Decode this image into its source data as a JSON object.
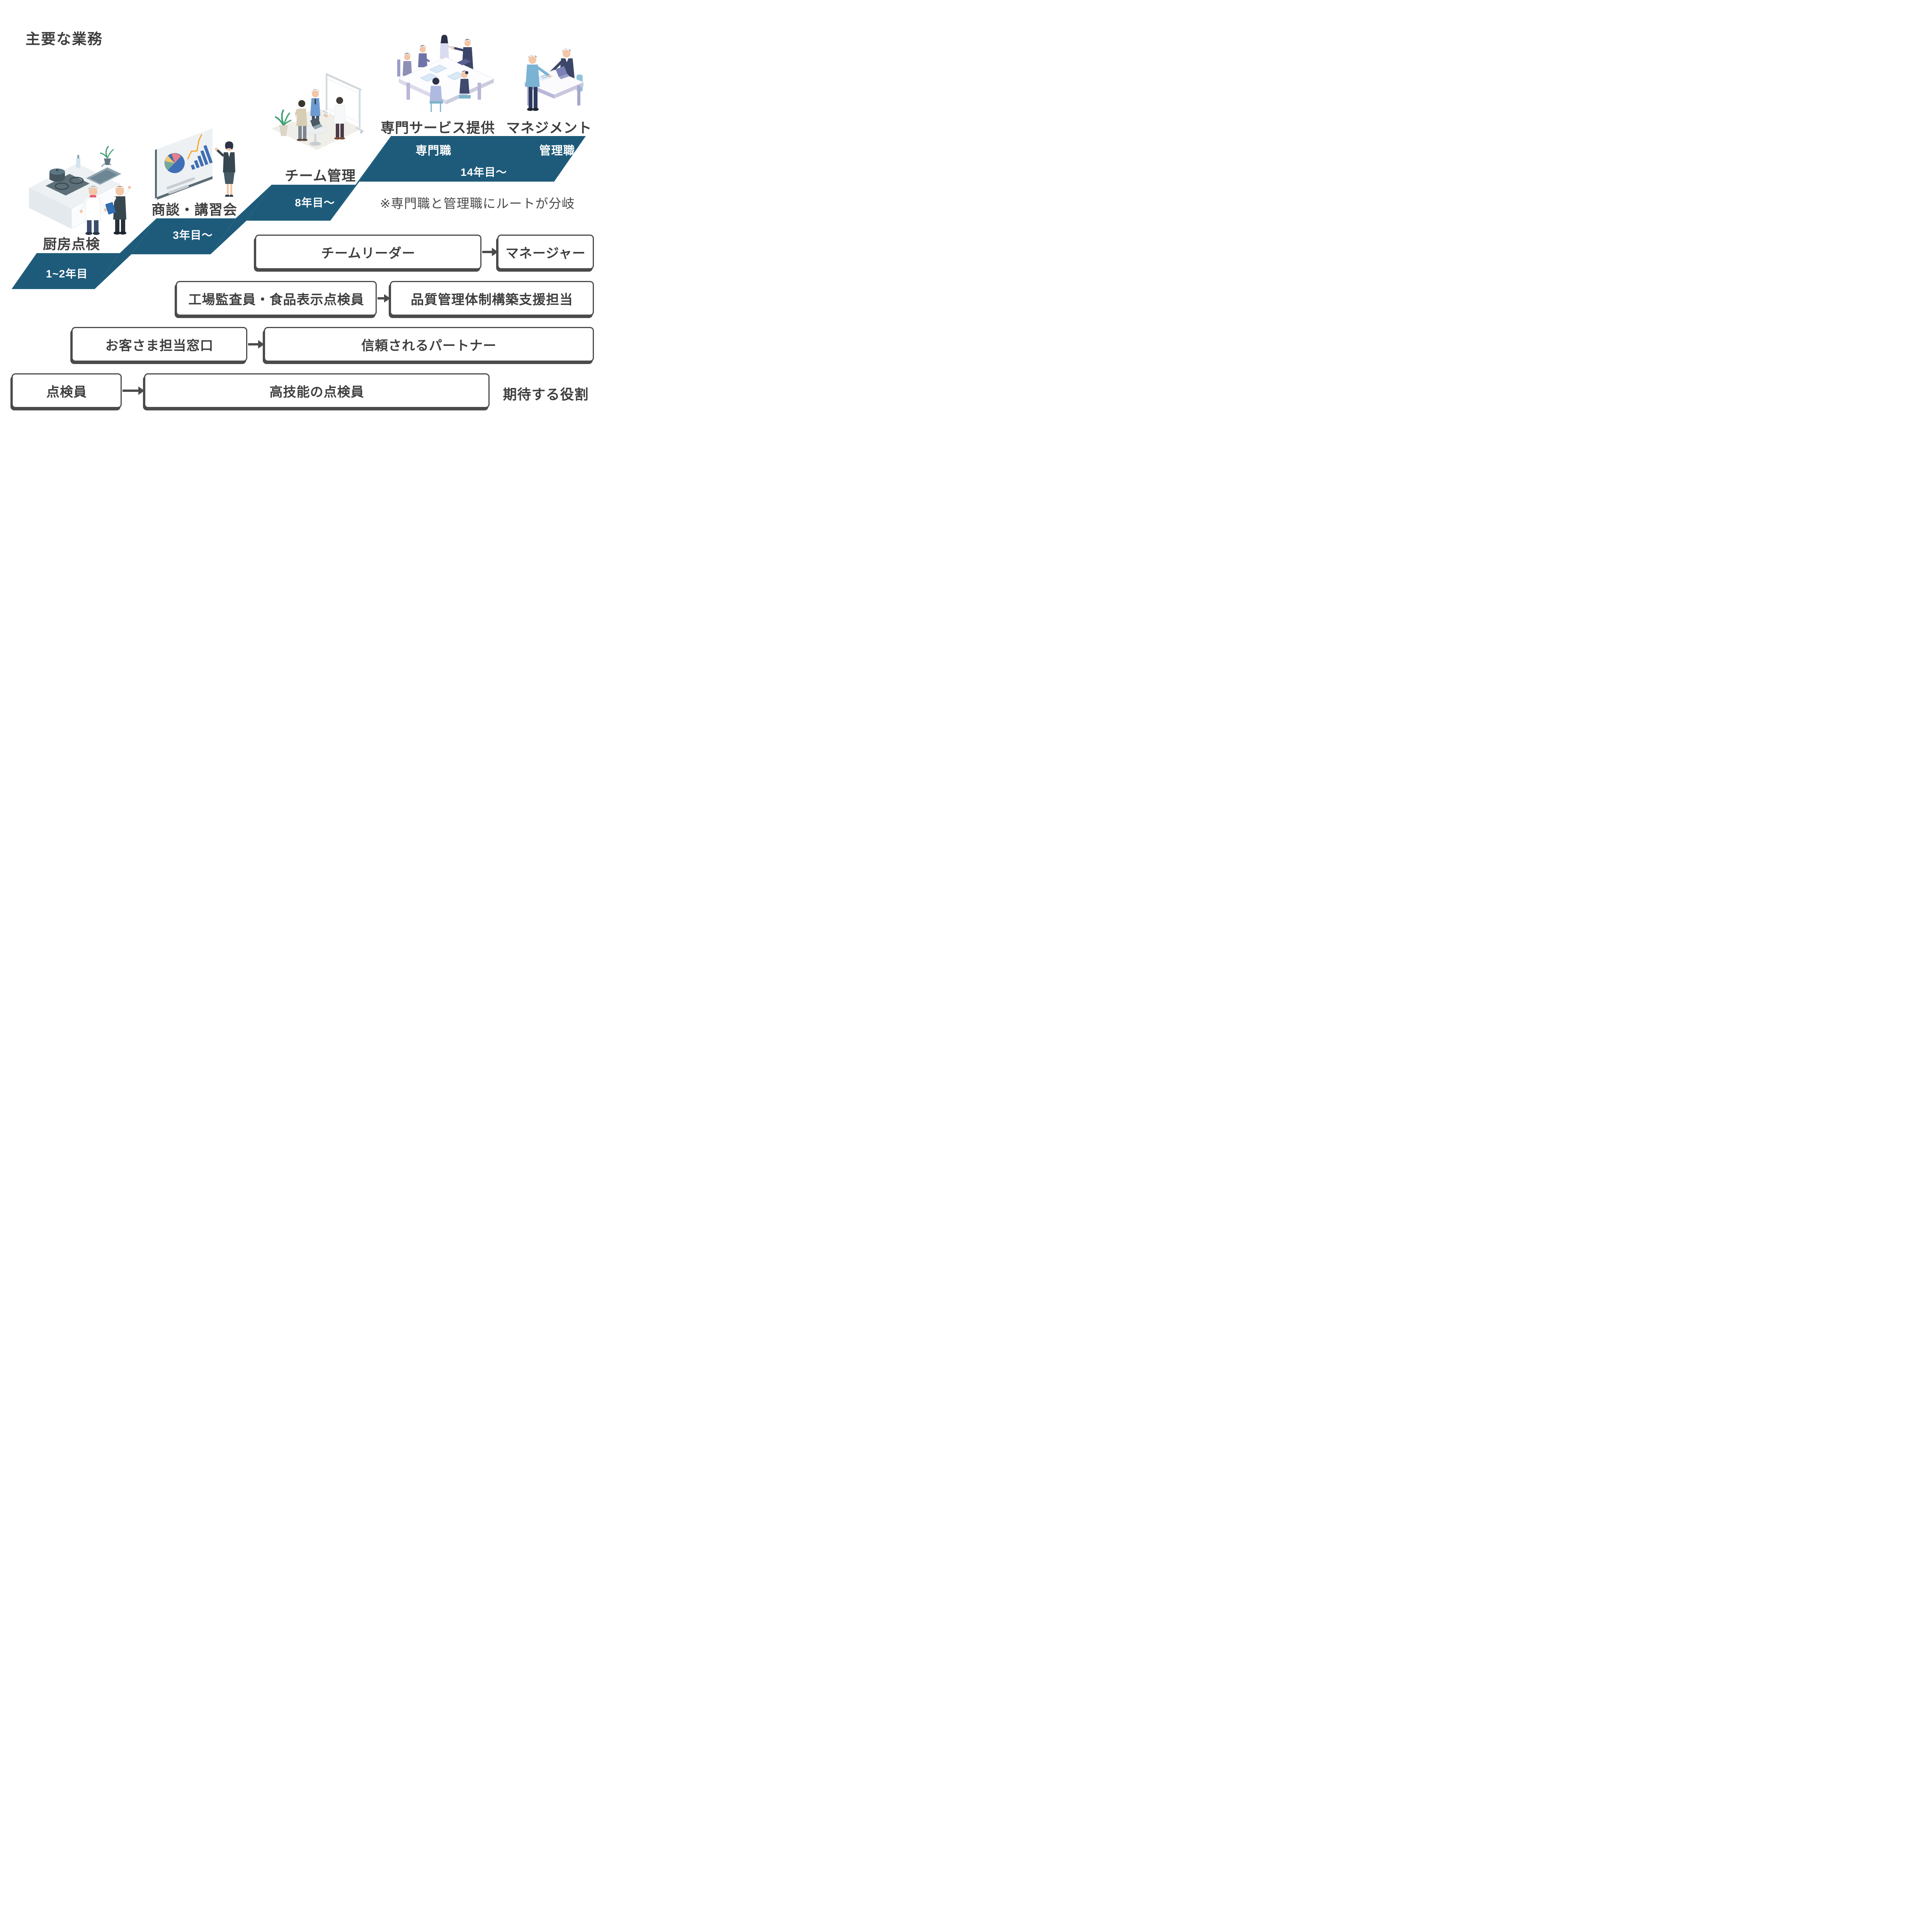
{
  "title": "主要な業務",
  "steps": [
    {
      "label": "厨房点検",
      "years": "1~2年目"
    },
    {
      "label": "商談・講習会",
      "years": "3年目〜"
    },
    {
      "label": "チーム管理",
      "years": "8年目〜"
    },
    {
      "label": "専門サービス提供",
      "label2": "マネジメント",
      "track1": "専門職",
      "track2": "管理職",
      "years": "14年目〜"
    }
  ],
  "note": "※専門職と管理職にルートが分岐",
  "flow": {
    "rows": [
      {
        "from": "チームリーダー",
        "to": "マネージャー"
      },
      {
        "from": "工場監査員・食品表示点検員",
        "to": "品質管理体制構築支援担当"
      },
      {
        "from": "お客さま担当窓口",
        "to": "信頼されるパートナー"
      },
      {
        "from": "点検員",
        "to": "高技能の点検員"
      }
    ],
    "footer_label": "期待する役割"
  },
  "colors": {
    "step_teal": "#1e5b7a",
    "label_text": "#3d3d3d",
    "note_text": "#4a4a4a",
    "box_border": "#4b4b4b",
    "band_text": "#ffffff"
  },
  "illustrations": [
    {
      "name": "kitchen-inspection-illustration"
    },
    {
      "name": "presentation-illustration"
    },
    {
      "name": "team-meeting-illustration"
    },
    {
      "name": "conference-illustration"
    },
    {
      "name": "management-desk-illustration"
    }
  ]
}
